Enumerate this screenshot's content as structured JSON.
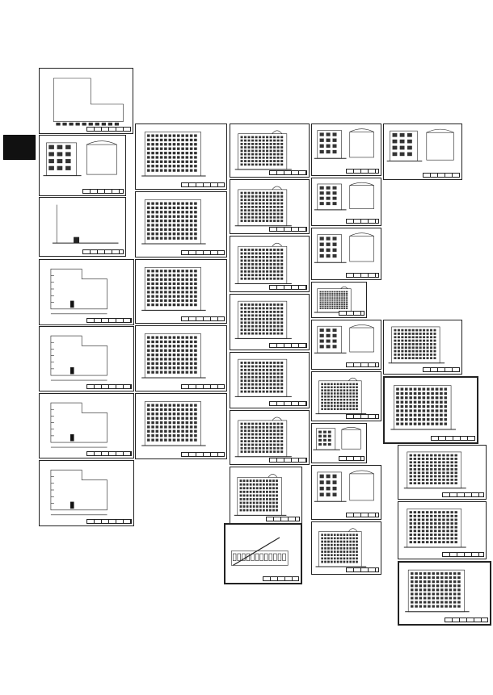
{
  "sheets": [
    {
      "kind": "cover"
    },
    {
      "kind": "site"
    },
    {
      "kind": "detail"
    },
    {
      "kind": "sectionline"
    },
    {
      "kind": "floorplan"
    },
    {
      "kind": "floorplan"
    },
    {
      "kind": "floorplan"
    },
    {
      "kind": "floorplan"
    },
    {
      "kind": "elevation"
    },
    {
      "kind": "elevation"
    },
    {
      "kind": "elevation"
    },
    {
      "kind": "elevation"
    },
    {
      "kind": "elevation"
    },
    {
      "kind": "tower"
    },
    {
      "kind": "tower"
    },
    {
      "kind": "tower"
    },
    {
      "kind": "elevation"
    },
    {
      "kind": "elevation"
    },
    {
      "kind": "tower"
    },
    {
      "kind": "tower"
    },
    {
      "kind": "longsection"
    },
    {
      "kind": "detail"
    },
    {
      "kind": "detail"
    },
    {
      "kind": "detail"
    },
    {
      "kind": "tower"
    },
    {
      "kind": "detail"
    },
    {
      "kind": "tower"
    },
    {
      "kind": "detail"
    },
    {
      "kind": "detail"
    },
    {
      "kind": "tower"
    },
    {
      "kind": "detail"
    },
    {
      "kind": "elevation"
    },
    {
      "kind": "elevation"
    },
    {
      "kind": "elevation"
    },
    {
      "kind": "elevation"
    },
    {
      "kind": "elevation"
    },
    {
      "kind": "elevation"
    }
  ]
}
